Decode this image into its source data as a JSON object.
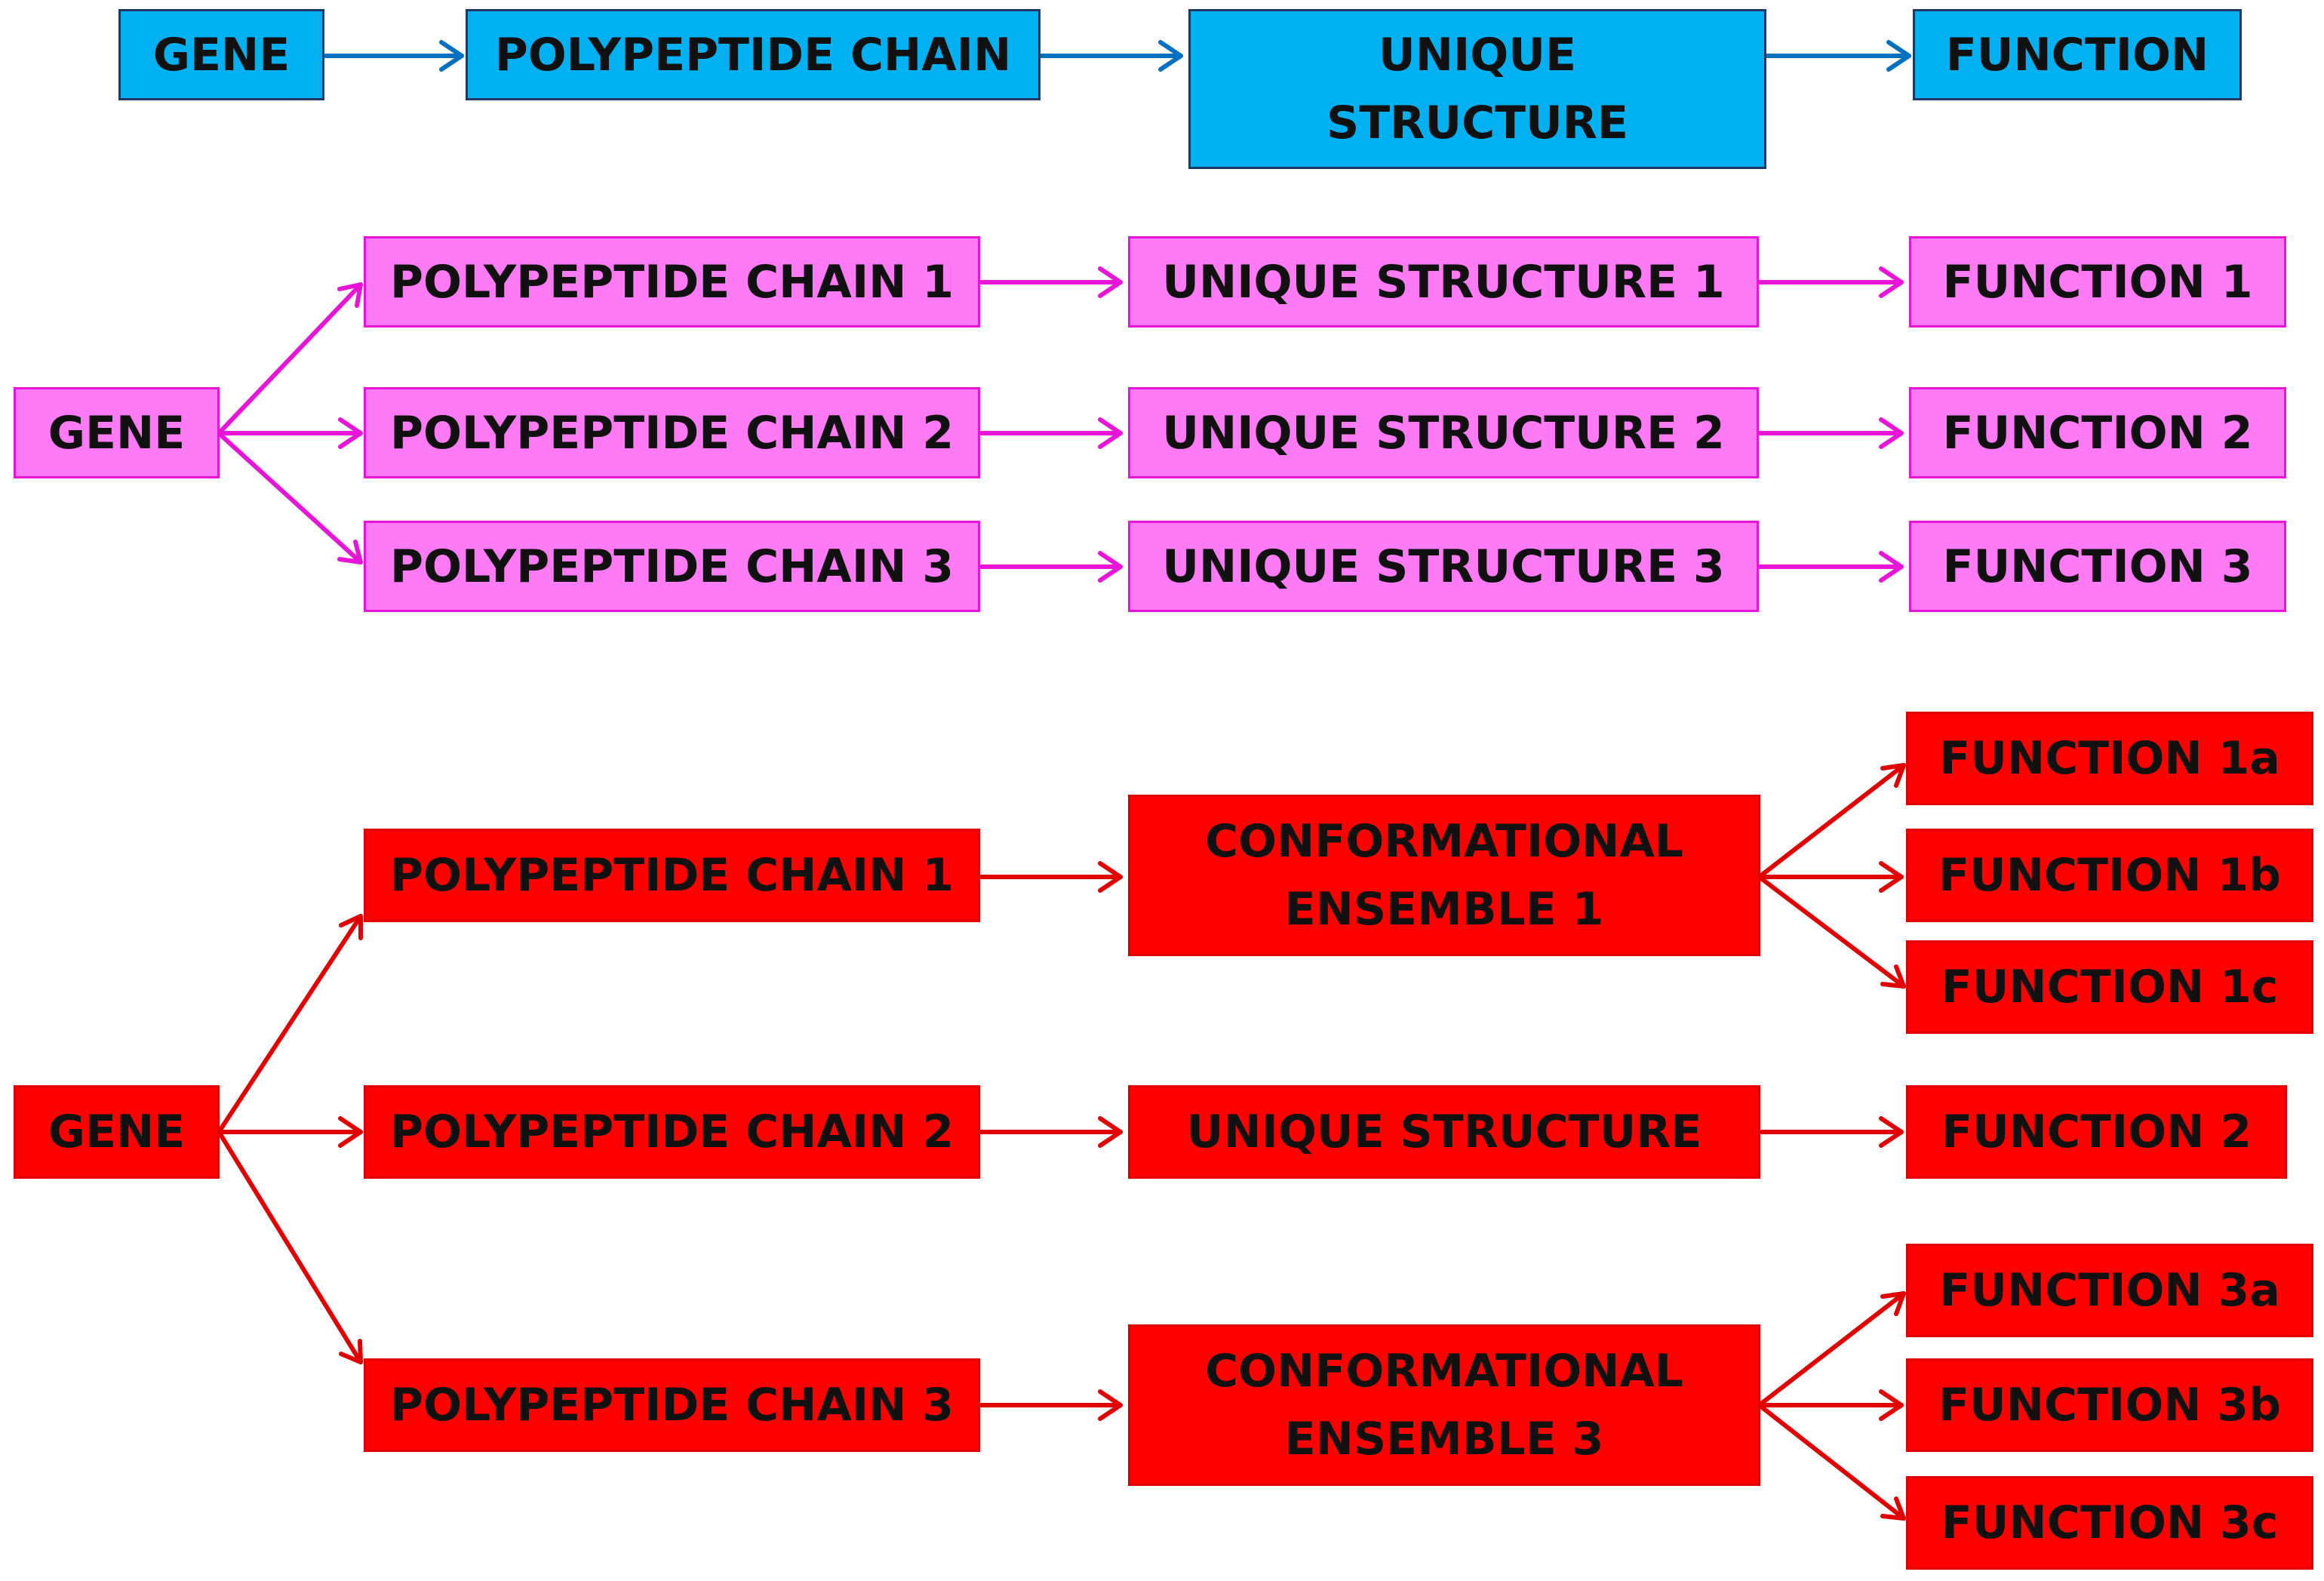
{
  "colors": {
    "row1_fill": "#00b0f0",
    "row1_arrow": "#0070c0",
    "row2_fill": "#ff7af5",
    "row2_arrow": "#e815d8",
    "row3_fill": "#ff0000",
    "row3_arrow": "#e00000"
  },
  "row1": {
    "gene": "GENE",
    "chain": "POLYPEPTIDE CHAIN",
    "structure": "UNIQUE\nSTRUCTURE",
    "function": "FUNCTION"
  },
  "row2": {
    "gene": "GENE",
    "chain1": "POLYPEPTIDE CHAIN 1",
    "chain2": "POLYPEPTIDE CHAIN 2",
    "chain3": "POLYPEPTIDE CHAIN 3",
    "structure1": "UNIQUE STRUCTURE 1",
    "structure2": "UNIQUE STRUCTURE 2",
    "structure3": "UNIQUE STRUCTURE 3",
    "function1": "FUNCTION 1",
    "function2": "FUNCTION 2",
    "function3": "FUNCTION 3"
  },
  "row3": {
    "gene": "GENE",
    "chain1": "POLYPEPTIDE CHAIN 1",
    "chain2": "POLYPEPTIDE CHAIN 2",
    "chain3": "POLYPEPTIDE CHAIN 3",
    "ensemble1": "CONFORMATIONAL\nENSEMBLE 1",
    "structure2": "UNIQUE STRUCTURE",
    "ensemble3": "CONFORMATIONAL\nENSEMBLE 3",
    "function1a": "FUNCTION 1a",
    "function1b": "FUNCTION 1b",
    "function1c": "FUNCTION 1c",
    "function2": "FUNCTION 2",
    "function3a": "FUNCTION 3a",
    "function3b": "FUNCTION 3b",
    "function3c": "FUNCTION 3c"
  }
}
